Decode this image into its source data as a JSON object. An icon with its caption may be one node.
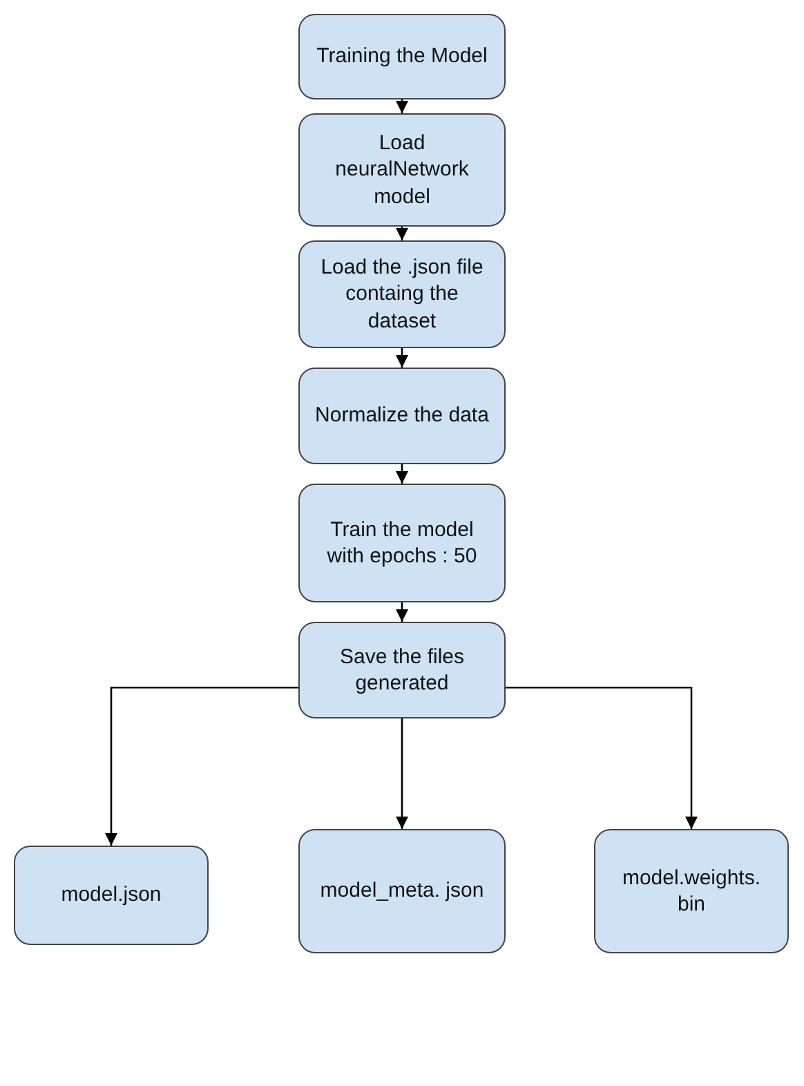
{
  "diagram": {
    "nodes": [
      {
        "text": [
          "Training the Model"
        ]
      },
      {
        "text": [
          "Load neuralNetwork model"
        ]
      },
      {
        "text": [
          "Load the .json file containg the dataset"
        ]
      },
      {
        "text": [
          "Normalize the data"
        ]
      },
      {
        "text": [
          "Train the model with epochs : 50"
        ]
      },
      {
        "text": [
          "Save the files generated"
        ]
      },
      {
        "text": [
          "model.json"
        ]
      },
      {
        "text": [
          "model_meta. json"
        ]
      },
      {
        "text": [
          "model.weights. bin"
        ]
      }
    ],
    "edges": [
      {
        "from": 0,
        "to": 1,
        "arrow": "to"
      },
      {
        "from": 1,
        "to": 2,
        "arrow": "to"
      },
      {
        "from": 2,
        "to": 3,
        "arrow": "to"
      },
      {
        "from": 3,
        "to": 4,
        "arrow": "to"
      },
      {
        "from": 4,
        "to": 5,
        "arrow": "to"
      },
      {
        "from": 5,
        "to": 6,
        "arrow": "to"
      },
      {
        "from": 5,
        "to": 7,
        "arrow": "to"
      },
      {
        "from": 5,
        "to": 8,
        "arrow": "to"
      }
    ]
  }
}
